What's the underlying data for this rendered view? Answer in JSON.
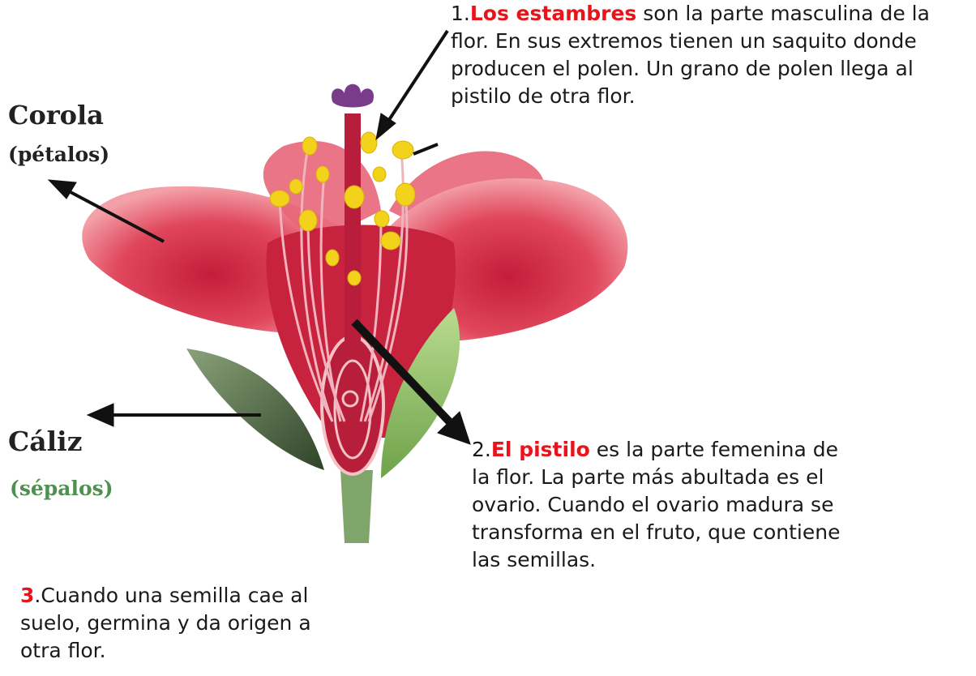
{
  "labels": {
    "corola": "Corola",
    "corola_sub": "(pétalos)",
    "caliz": "Cáliz",
    "caliz_sub": "(sépalos)"
  },
  "paragraphs": {
    "estambres": {
      "number": "1.",
      "highlight": "Los estambres",
      "text": " son la parte masculina de la flor. En sus extremos tienen un saquito donde producen el polen. Un grano de polen llega al pistilo de otra flor."
    },
    "pistilo": {
      "number": "2.",
      "highlight": "El pistilo",
      "text": " es la parte femenina de la flor. La parte más abultada es el ovario. Cuando el ovario madura se transforma en el fruto, que contiene las semillas."
    },
    "semilla": {
      "number": "3",
      "text": ".Cuando una semilla cae al suelo, germina y da origen a otra flor."
    }
  },
  "colors": {
    "highlight": "#e8141b",
    "petal": "#e0465c",
    "sepal": "#4e6b3a",
    "stamen_anther": "#f2d21a",
    "stigma": "#7a3c8a",
    "caliz_sub": "#4f8f4f"
  }
}
